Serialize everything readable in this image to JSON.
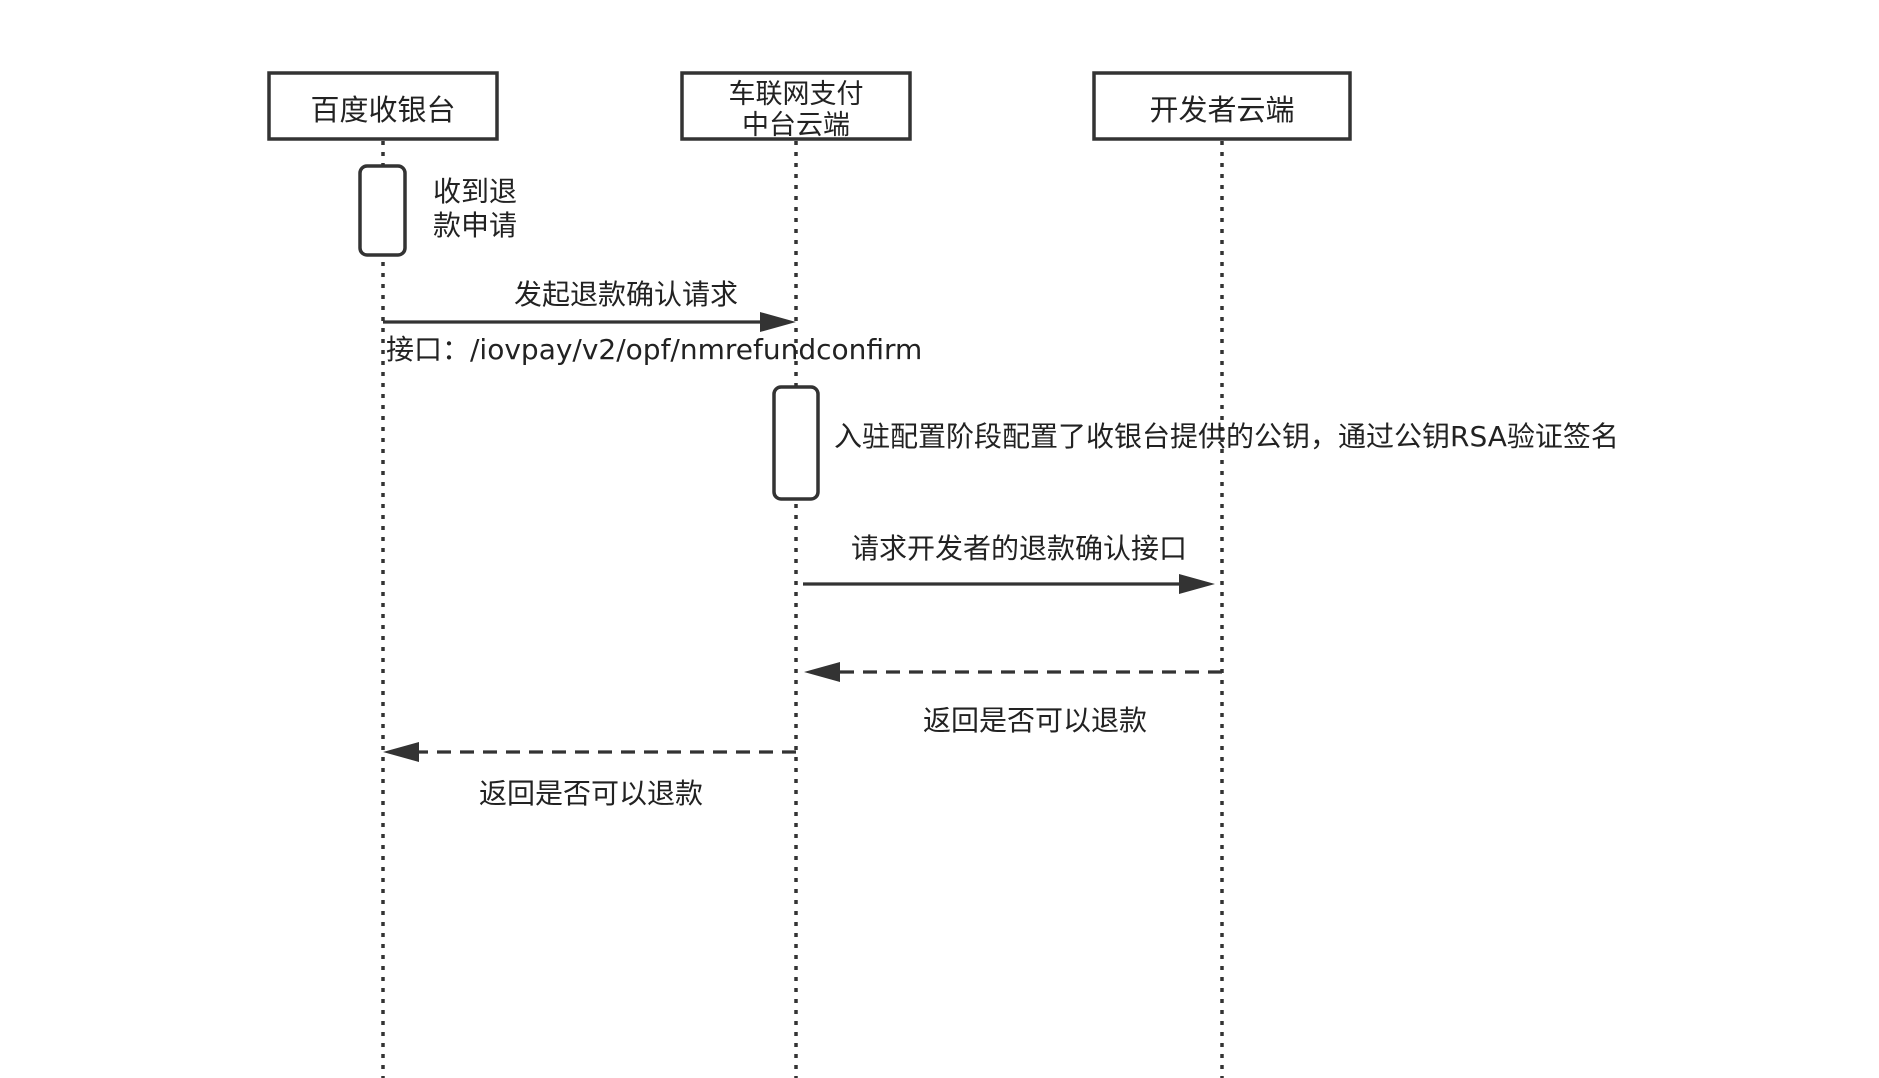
{
  "participants": [
    {
      "name": "百度收银台"
    },
    {
      "name_line1": "车联网支付",
      "name_line2": "中台云端"
    },
    {
      "name": "开发者云端"
    }
  ],
  "activations": {
    "cashier_note_line1": "收到退",
    "cashier_note_line2": "款申请",
    "platform_note": "入驻配置阶段配置了收银台提供的公钥，通过公钥RSA验证签名"
  },
  "messages": [
    {
      "label": "发起退款确认请求",
      "sublabel": "接口：/iovpay/v2/opf/nmrefundconfirm",
      "style": "solid",
      "direction": "right"
    },
    {
      "label": "请求开发者的退款确认接口",
      "style": "solid",
      "direction": "right"
    },
    {
      "label": "返回是否可以退款",
      "style": "dashed",
      "direction": "left"
    },
    {
      "label": "返回是否可以退款",
      "style": "dashed",
      "direction": "left"
    }
  ],
  "colors": {
    "line": "#333333",
    "text": "#222222",
    "background": "#ffffff"
  }
}
